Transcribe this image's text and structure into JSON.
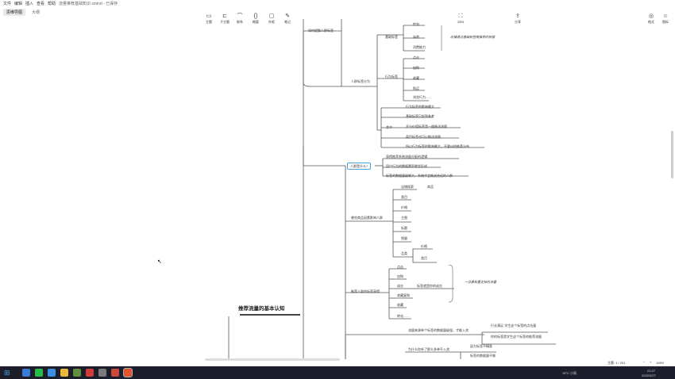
{
  "window": {
    "menu": [
      "文件",
      "编辑",
      "插入",
      "查看",
      "帮助"
    ],
    "file_title": "流量推荐基础知识.xmind - 已保存"
  },
  "tabs": {
    "active": "思维导图",
    "other": "大纲"
  },
  "toolbar": [
    {
      "icon": "topic-icon",
      "label": "主题"
    },
    {
      "icon": "subtopic-icon",
      "label": "子主题"
    },
    {
      "icon": "relation-icon",
      "label": "联系"
    },
    {
      "icon": "summary-icon",
      "label": "概要"
    },
    {
      "icon": "boundary-icon",
      "label": "外框"
    },
    {
      "icon": "note-icon",
      "label": "笔记"
    }
  ],
  "toolbar_right": [
    {
      "icon": "zen-icon",
      "label": "ZEN"
    },
    {
      "icon": "share-icon",
      "label": "分享"
    },
    {
      "icon": "format-icon",
      "label": "格式"
    },
    {
      "icon": "icon-panel",
      "label": "图标"
    }
  ],
  "root": "推荐流量的基本认知",
  "branches": {
    "b1": "如何理解人群标签",
    "b1_1": "人群标签分为",
    "b1_1_1": "基础标签",
    "basic": [
      "性别",
      "年龄",
      "消费能力"
    ],
    "basic_note": "店铺通过基础标签做推荐的依据",
    "b1_1_2": "行为标签",
    "behavior": [
      "点击",
      "加购",
      "收藏",
      "购买",
      "浏览行为......"
    ],
    "b1_1_3": "其中",
    "other": [
      "行为标签的影响最大",
      "基础标签只起到参考",
      "开分价值标签是一维推送流量",
      "类目标签也可以推送流量",
      "所以行为标签的影响最大，不要纠结推荐分布"
    ],
    "b2": "人群是什么?",
    "b2_items": [
      "获得推荐系统流量分配的逻辑",
      "用户行为的数据累积就会形成",
      "标签的数据量级够大，系统才会推送合适的人群"
    ],
    "b3": "哪些商品因素影响人群",
    "b3_items": [
      "店铺搜索",
      "类目",
      "价格",
      "主图",
      "标题",
      "销量",
      "品类"
    ],
    "b3_extra": "商品",
    "b3_sub": [
      "价格",
      "类目"
    ],
    "b4": "推荐人群的标签获得",
    "b4_items": [
      "点击",
      "加购",
      "成交",
      "收藏复购",
      "收藏",
      "转化......"
    ],
    "b4_mid": "标签就是你的成交",
    "b4_note": "一旦最和重定标的流量",
    "b5_a": "流量来源单个标签的数据量级强，才能入池",
    "b5_a_sub": [
      "行业满足 学生这个标签的点击量",
      "你的标签是学生这个标签的推荐流量"
    ],
    "b5_b": "为什么你补了那么多单不入池",
    "b5_b_sub": [
      "因为标签不精准",
      "标签的数据量不够"
    ]
  },
  "status": {
    "page": "主题: 1 / 201",
    "zoom": "106%"
  },
  "taskbar": {
    "weather": "15°C 小雨",
    "time": "21:27",
    "date": "2022/2/27"
  }
}
